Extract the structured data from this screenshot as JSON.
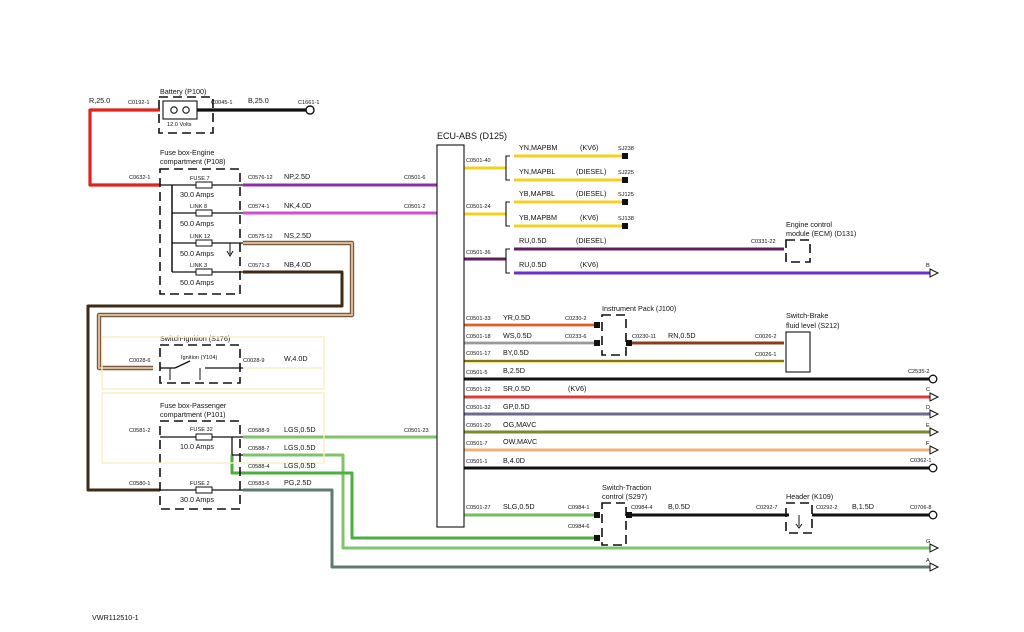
{
  "figure_id": "VWR112510-1",
  "components": {
    "battery": {
      "title": "Battery (P100)",
      "voltage": "12.0 Volts"
    },
    "fusebox_engine": {
      "title_line1": "Fuse box-Engine",
      "title_line2": "compartment (P108)"
    },
    "switch_ignition": {
      "title": "Switch-Ignition (S176)",
      "inner_label": "Ignition (Y104)"
    },
    "fusebox_passenger": {
      "title_line1": "Fuse box-Passenger",
      "title_line2": "compartment (P101)"
    },
    "ecu_abs": {
      "title": "ECU-ABS (D125)"
    },
    "ecm": {
      "title_line1": "Engine control",
      "title_line2": "module (ECM) (D131)"
    },
    "instrument_pack": {
      "title": "Instrument Pack (J100)"
    },
    "switch_brake": {
      "title_line1": "Switch-Brake",
      "title_line2": "fluid level (S212)"
    },
    "switch_traction": {
      "title_line1": "Switch-Traction",
      "title_line2": "control (S297)"
    },
    "header": {
      "title": "Header (K109)"
    }
  },
  "fuses": [
    {
      "name": "FUSE 7",
      "rating": "30.0 Amps"
    },
    {
      "name": "LINK 8",
      "rating": "50.0 Amps"
    },
    {
      "name": "LINK 12",
      "rating": "50.0 Amps"
    },
    {
      "name": "LINK 3",
      "rating": "50.0 Amps"
    },
    {
      "name": "FUSE 32",
      "rating": "10.0 Amps"
    },
    {
      "name": "FUSE 2",
      "rating": "30.0 Amps"
    }
  ],
  "connectors": {
    "c0192_1": "C0192-1",
    "c0045_1": "C0045-1",
    "c1661_1": "C1661-1",
    "c0632_1": "C0632-1",
    "c0576_12": "C0576-12",
    "c0574_1": "C0574-1",
    "c0575_12": "C0575-12",
    "c0571_3": "C0571-3",
    "c0028_6": "C0028-6",
    "c0028_9": "C0028-9",
    "c0581_2": "C0581-2",
    "c0588_9": "C0588-9",
    "c0588_7": "C0588-7",
    "c0588_4": "C0588-4",
    "c0580_1": "C0580-1",
    "c0583_6": "C0583-6",
    "c0501_6": "C0501-6",
    "c0501_2": "C0501-2",
    "c0501_23": "C0501-23",
    "c0501_40": "C0501-40",
    "c0501_24": "C0501-24",
    "c0501_36": "C0501-36",
    "c0501_33": "C0501-33",
    "c0501_18": "C0501-18",
    "c0501_17": "C0501-17",
    "c0501_5": "C0501-5",
    "c0501_22": "C0501-22",
    "c0501_32": "C0501-32",
    "c0501_20": "C0501-20",
    "c0501_7": "C0501-7",
    "c0501_1": "C0501-1",
    "c0501_27": "C0501-27",
    "c0331_22": "C0331-22",
    "c0230_2": "C0230-2",
    "c0233_6": "C0233-6",
    "c0230_11": "C0230-11",
    "c0026_2": "C0026-2",
    "c0026_1": "C0026-1",
    "c2535_2": "C2535-2",
    "c0362_1": "C0362-1",
    "c0984_1": "C0984-1",
    "c0984_4": "C0984-4",
    "c0984_6": "C0984-6",
    "c0292_7": "C0292-7",
    "c0292_2": "C0292-2",
    "c0706_8": "C0706-8"
  },
  "splices": {
    "sj238": "SJ238",
    "sj225": "SJ225",
    "sj125": "SJ125",
    "sj138": "SJ138"
  },
  "wire_labels": {
    "r25": "R,25.0",
    "b25": "B,25.0",
    "np25": "NP,2.5D",
    "nk40": "NK,4.0D",
    "ns25": "NS,2.5D",
    "nb40": "NB,4.0D",
    "w40": "W,4.0D",
    "lgs05a": "LGS,0.5D",
    "lgs05b": "LGS,0.5D",
    "lgs05c": "LGS,0.5D",
    "pg25": "PG,2.5D",
    "yn_mapbm": "YN,MAPBM",
    "yn_mapbl": "YN,MAPBL",
    "yb_mapbl": "YB,MAPBL",
    "yb_mapbm": "YB,MAPBM",
    "ru05a": "RU,0.5D",
    "ru05b": "RU,0.5D",
    "yr05": "YR,0.5D",
    "ws05": "WS,0.5D",
    "rn05": "RN,0.5D",
    "by05": "BY,0.5D",
    "b25d": "B,2.5D",
    "sr05": "SR,0.5D",
    "gp05": "GP,0.5D",
    "og_mavc": "OG,MAVC",
    "ow_mavc": "OW,MAVC",
    "b40": "B,4.0D",
    "slg05": "SLG,0.5D",
    "b05": "B,0.5D",
    "b15": "B,1.5D"
  },
  "variants": {
    "kv6a": "(KV6)",
    "dieselA": "(DIESEL)",
    "dieselB": "(DIESEL)",
    "kv6b": "(KV6)",
    "dieselC": "(DIESEL)",
    "kv6c": "(KV6)",
    "kv6d": "(KV6)"
  },
  "ref_letters": {
    "b": "B",
    "c": "C",
    "d": "D",
    "e": "E",
    "f": "F",
    "g": "G",
    "a": "A"
  },
  "wire_colors": {
    "red": "#e0231b",
    "black": "#111111",
    "purple": "#8f2fa8",
    "magenta": "#d04ecf",
    "tan": "#c4a07e",
    "darkbrown": "#3e2a17",
    "lightgreen": "#7fc36b",
    "green": "#4bae3f",
    "slategreen": "#5d7c6d",
    "yellow": "#f2d21e",
    "darkpurple": "#5f1f5c",
    "violet": "#6a2fd0",
    "orange": "#e25d22",
    "grey": "#9a9a9a",
    "brown": "#8a3d1d",
    "redwire": "#e03a3a",
    "slate": "#6b6a8f",
    "olive": "#7b8a2a",
    "peach": "#f3b179"
  }
}
